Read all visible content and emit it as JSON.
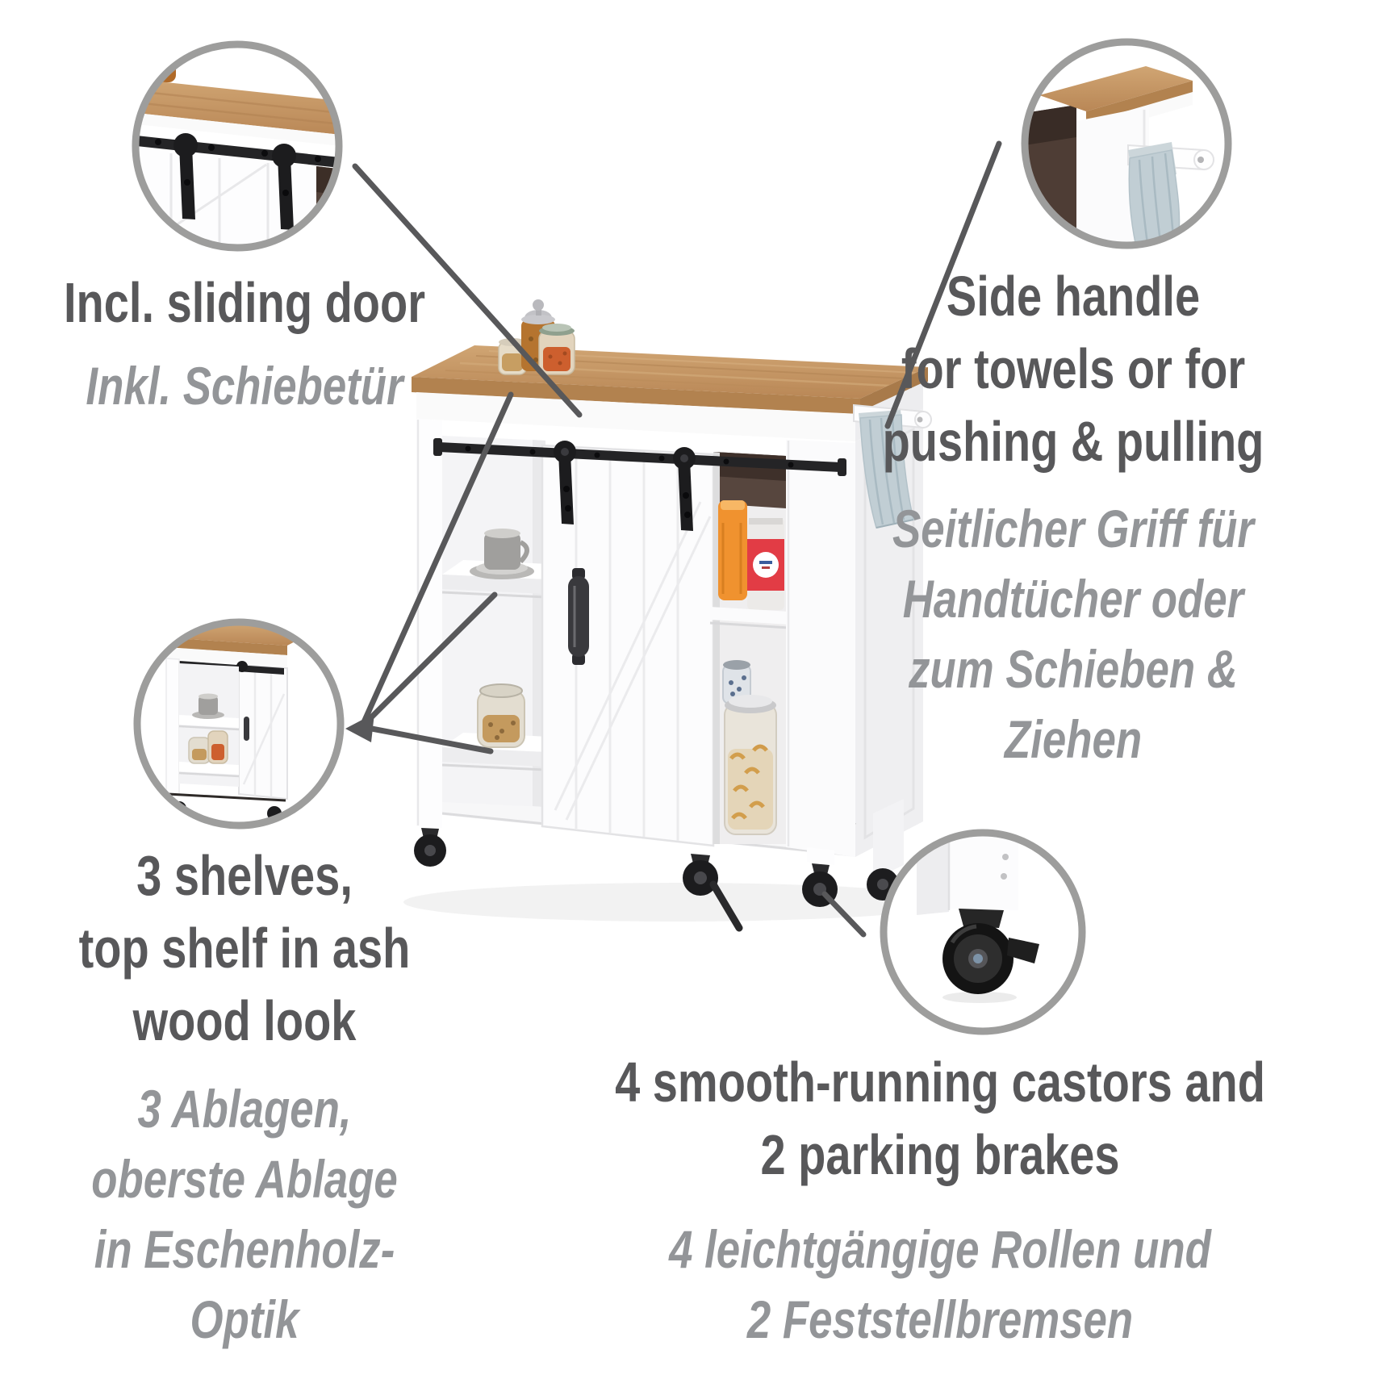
{
  "colors": {
    "text_bold": "#58585a",
    "text_italic": "#939598",
    "ring": "#9d9d9c",
    "leader": "#58585a",
    "wood": "#c49a6c",
    "wood_dark": "#b2824f",
    "cart_white": "#fcfcfd",
    "rail_black": "#242426",
    "towel": "#c1ced4",
    "flour_red": "#e23c45",
    "bag_orange": "#f0922f"
  },
  "callouts": [
    {
      "id": "sliding-door",
      "position": "top-left",
      "inset_icon": "sliding-door-closeup",
      "en_lines": [
        "Incl. sliding door"
      ],
      "de_lines": [
        "Inkl. Schiebetür"
      ]
    },
    {
      "id": "side-handle",
      "position": "top-right",
      "inset_icon": "side-handle-towel-closeup",
      "en_lines": [
        "Side handle",
        "for towels or for",
        "pushing & pulling"
      ],
      "de_lines": [
        "Seitlicher Griff für",
        "Handtücher oder",
        "zum Schieben &",
        "Ziehen"
      ]
    },
    {
      "id": "shelves",
      "position": "middle-left",
      "inset_icon": "shelves-closeup",
      "en_lines": [
        "3 shelves,",
        "top shelf in ash",
        "wood look"
      ],
      "de_lines": [
        "3 Ablagen,",
        "oberste Ablage",
        "in Eschenholz-",
        "Optik"
      ]
    },
    {
      "id": "castors",
      "position": "bottom-right",
      "inset_icon": "castor-closeup",
      "en_lines": [
        "4 smooth-running castors and",
        "2 parking brakes"
      ],
      "de_lines": [
        "4 leichtgängige Rollen und",
        "2 Feststellbremsen"
      ]
    }
  ]
}
